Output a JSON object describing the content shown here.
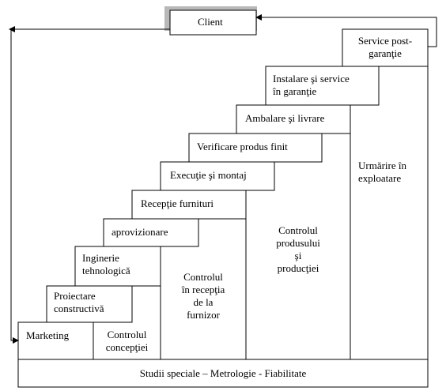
{
  "client": "Client",
  "steps": {
    "marketing": "Marketing",
    "proiectare": [
      "Proiectare",
      "constructivă"
    ],
    "inginerie": [
      "Inginerie",
      "tehnologică"
    ],
    "aprovizionare": "aprovizionare",
    "receptie_furnituri": "Recepţie furnituri",
    "executie": "Execuţie şi montaj",
    "verificare": "Verificare produs finit",
    "ambalare": "Ambalare şi livrare",
    "instalare": [
      "Instalare şi service",
      "în garanţie"
    ],
    "service_post": [
      "Service post-",
      "garanţie"
    ]
  },
  "controls": {
    "conceptie": [
      "Controlul",
      "concepţiei"
    ],
    "receptie": [
      "Controlul",
      "în recepţia",
      "de la",
      "furnizor"
    ],
    "produs": [
      "Controlul",
      "produsului",
      "şi",
      "producţiei"
    ],
    "urmarire": [
      "Urmărire în",
      "exploatare"
    ]
  },
  "footer": "Studii speciale – Metrologie - Fiabilitate"
}
